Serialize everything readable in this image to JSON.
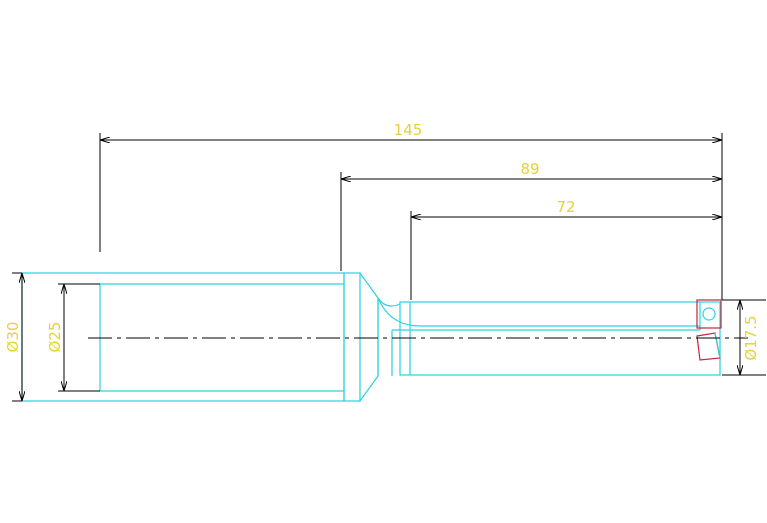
{
  "colors": {
    "background": "#ffffff",
    "dimension_line": "#000000",
    "dimension_text": "#e6d23a",
    "outline": "#29d3e0",
    "insert_top": "#c8233a",
    "insert_bottom": "#c8233a",
    "centerline": "#000000"
  },
  "dimensions": {
    "overall_length": "145",
    "head_length": "89",
    "flute_length": "72",
    "shank_dia_outer": "Ø30",
    "shank_dia_inner": "Ø25",
    "cutting_dia": "Ø17.5"
  }
}
